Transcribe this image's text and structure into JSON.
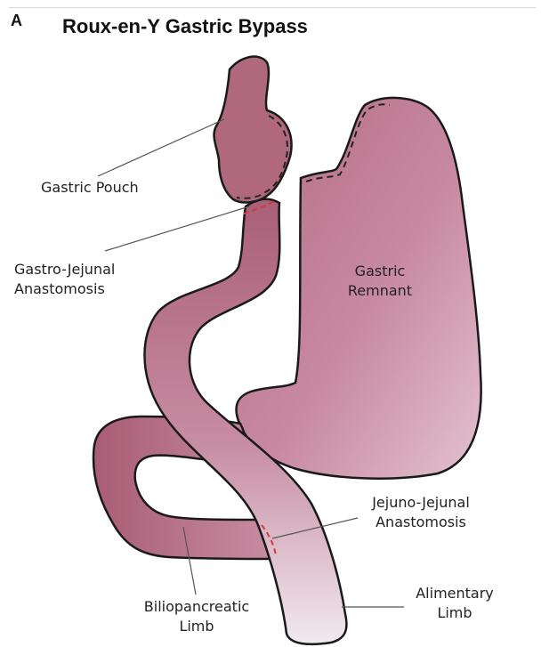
{
  "figure": {
    "panel_letter": "A",
    "title": "Roux-en-Y Gastric Bypass"
  },
  "labels": {
    "gastric_pouch": "Gastric Pouch",
    "gastro_jejunal_1": "Gastro-Jejunal",
    "gastro_jejunal_2": "Anastomosis",
    "gastric_remnant_1": "Gastric",
    "gastric_remnant_2": "Remnant",
    "jejuno_jejunal_1": "Jejuno-Jejunal",
    "jejuno_jejunal_2": "Anastomosis",
    "biliopancreatic_1": "Biliopancreatic",
    "biliopancreatic_2": "Limb",
    "alimentary_1": "Alimentary",
    "alimentary_2": "Limb"
  },
  "colors": {
    "tissue_dark": "#b0687e",
    "tissue_mid": "#c98aa0",
    "tissue_light": "#eee6ea",
    "outline": "#1a1a1a",
    "staple_line": "#222222",
    "anastomosis_suture": "#d63a3a",
    "leader_line": "#555555"
  }
}
